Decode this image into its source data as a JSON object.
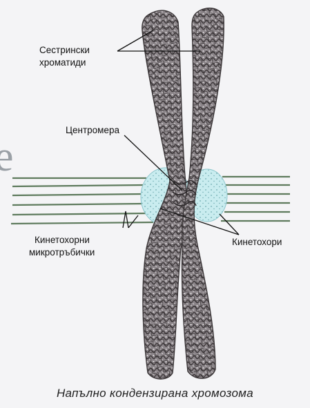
{
  "labels": {
    "sister_chromatids_line1": "Сестрински",
    "sister_chromatids_line2": "хроматиди",
    "centromere": "Центромера",
    "kinetochore_microtubules_line1": "Кинетохорни",
    "kinetochore_microtubules_line2": "микротръбички",
    "kinetochores": "Кинетохори"
  },
  "caption": "Напълно кондензирана хромозома",
  "background_fragment": "е",
  "colors": {
    "chromatid_fill": "#8b8589",
    "chromatid_dark": "#3b3638",
    "chromatid_light": "#d8d4d6",
    "kinetochore_fill": "#c9ecef",
    "microtubule": "#5d7a5c",
    "background": "#f4f4f6"
  }
}
